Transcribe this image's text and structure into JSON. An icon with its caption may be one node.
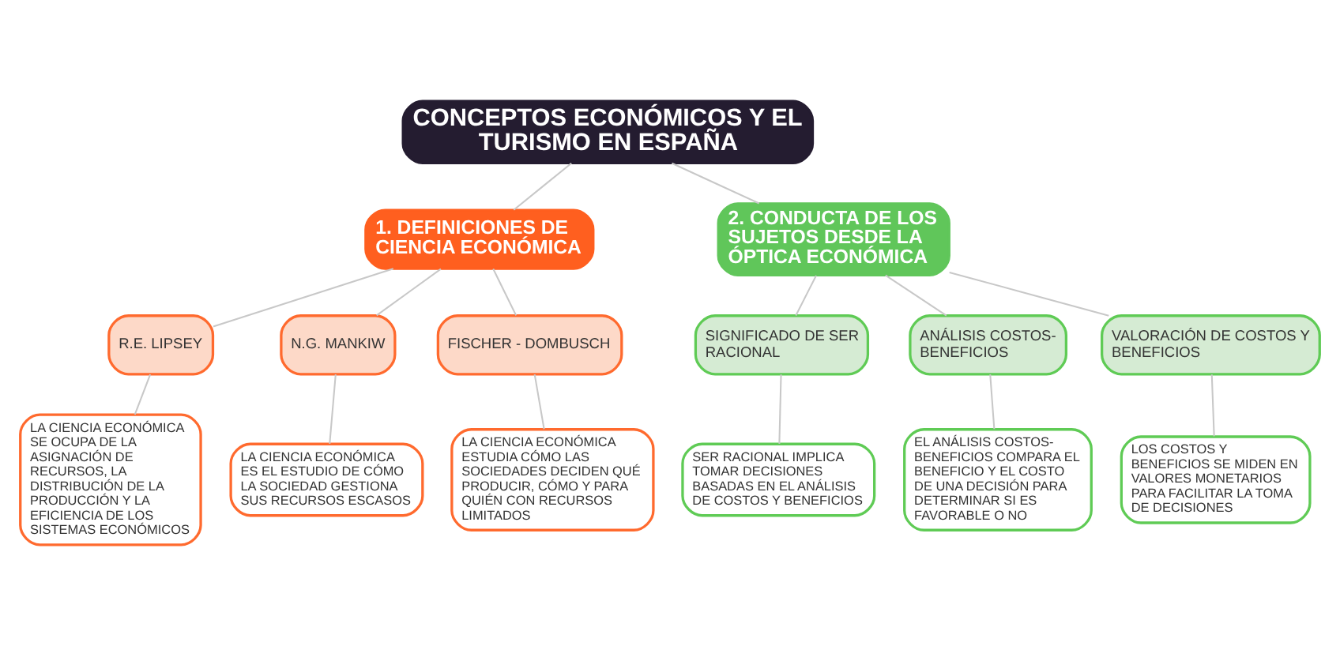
{
  "diagram": {
    "nodes": [
      {
        "text": [
          "CONCEPTOS ECONÓMICOS Y EL TURISMO EN ESPAÑA"
        ]
      },
      {
        "text": [
          "1. DEFINICIONES DE CIENCIA ECONÓMICA"
        ]
      },
      {
        "text": [
          "R.E. LIPSEY"
        ]
      },
      {
        "text": [
          "LA CIENCIA ECONÓMICA SE OCUPA DE LA ASIGNACIÓN DE RECURSOS, LA DISTRIBUCIÓN DE LA PRODUCCIÓN Y LA EFICIENCIA DE LOS SISTEMAS ECONÓMICOS"
        ]
      },
      {
        "text": [
          "N.G. MANKIW"
        ]
      },
      {
        "text": [
          "LA CIENCIA ECONÓMICA ES EL ESTUDIO DE CÓMO LA SOCIEDAD GESTIONA SUS RECURSOS ESCASOS"
        ]
      },
      {
        "text": [
          "FISCHER - DOMBUSCH"
        ]
      },
      {
        "text": [
          "LA CIENCIA ECONÓMICA ESTUDIA CÓMO LAS SOCIEDADES DECIDEN QUÉ PRODUCIR, CÓMO Y PARA QUIÉN CON RECURSOS LIMITADOS"
        ]
      },
      {
        "text": [
          "2. CONDUCTA DE LOS SUJETOS DESDE LA ÓPTICA ECONÓMICA"
        ]
      },
      {
        "text": [
          "SIGNIFICADO DE SER RACIONAL"
        ]
      },
      {
        "text": [
          "SER RACIONAL IMPLICA TOMAR DECISIONES BASADAS EN EL ANÁLISIS DE COSTOS Y BENEFICIOS"
        ]
      },
      {
        "text": [
          "ANÁLISIS COSTOS-BENEFICIOS"
        ]
      },
      {
        "text": [
          "EL ANÁLISIS COSTOS-BENEFICIOS COMPARA EL BENEFICIO Y EL COSTO DE UNA DECISIÓN PARA DETERMINAR SI ES FAVORABLE O NO"
        ]
      },
      {
        "text": [
          "VALORACIÓN DE COSTOS Y BENEFICIOS"
        ]
      },
      {
        "text": [
          "LOS COSTOS Y BENEFICIOS SE MIDEN EN VALORES MONETARIOS PARA FACILITAR LA TOMA DE DECISIONES"
        ]
      }
    ],
    "edges": [
      {
        "from": 0,
        "to": 1,
        "arrow": "none"
      },
      {
        "from": 0,
        "to": 8,
        "arrow": "none"
      },
      {
        "from": 1,
        "to": 2,
        "arrow": "none"
      },
      {
        "from": 1,
        "to": 4,
        "arrow": "none"
      },
      {
        "from": 1,
        "to": 6,
        "arrow": "none"
      },
      {
        "from": 2,
        "to": 3,
        "arrow": "none"
      },
      {
        "from": 4,
        "to": 5,
        "arrow": "none"
      },
      {
        "from": 6,
        "to": 7,
        "arrow": "none"
      },
      {
        "from": 8,
        "to": 9,
        "arrow": "none"
      },
      {
        "from": 8,
        "to": 11,
        "arrow": "none"
      },
      {
        "from": 8,
        "to": 13,
        "arrow": "none"
      },
      {
        "from": 9,
        "to": 10,
        "arrow": "none"
      },
      {
        "from": 11,
        "to": 12,
        "arrow": "none"
      },
      {
        "from": 13,
        "to": 14,
        "arrow": "none"
      }
    ]
  }
}
